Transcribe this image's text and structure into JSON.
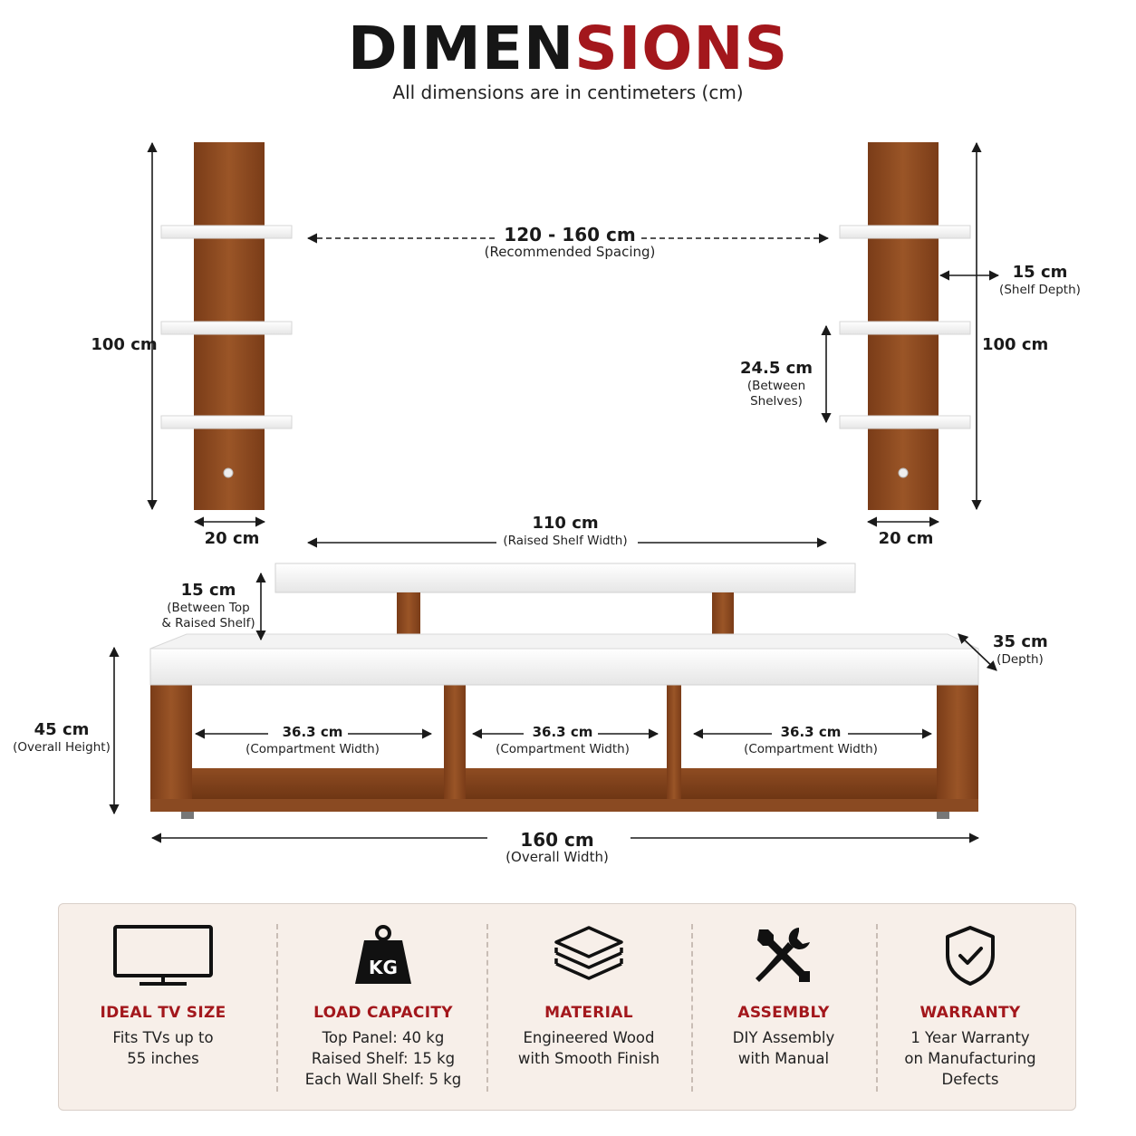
{
  "title": {
    "part1": "DIMEN",
    "part2": "SIONS"
  },
  "subtitle": "All dimensions are in centimeters (cm)",
  "colors": {
    "wood": "#8a4a22",
    "white_panel": "#f4f4f4",
    "accent": "#a3171c",
    "panel_bg": "#f7efe9"
  },
  "dimensions": {
    "spacing": {
      "value": "120 - 160 cm",
      "note": "(Recommended Spacing)"
    },
    "left_height": {
      "value": "100 cm"
    },
    "right_height": {
      "value": "100 cm"
    },
    "shelf_depth": {
      "value": "15 cm",
      "note": "(Shelf Depth)"
    },
    "between_shelves": {
      "value": "24.5 cm",
      "note1": "(Between",
      "note2": "Shelves)"
    },
    "left_width": {
      "value": "20 cm"
    },
    "right_width": {
      "value": "20 cm"
    },
    "raised_shelf": {
      "value": "110 cm",
      "note": "(Raised Shelf Width)"
    },
    "between_top": {
      "value": "15 cm",
      "note1": "(Between Top",
      "note2": "& Raised Shelf)"
    },
    "depth": {
      "value": "35 cm",
      "note": "(Depth)"
    },
    "overall_height": {
      "value": "45 cm",
      "note": "(Overall Height)"
    },
    "compartments": [
      {
        "value": "36.3 cm",
        "note": "(Compartment Width)"
      },
      {
        "value": "36.3 cm",
        "note": "(Compartment Width)"
      },
      {
        "value": "36.3 cm",
        "note": "(Compartment Width)"
      }
    ],
    "overall_width": {
      "value": "160 cm",
      "note": "(Overall Width)"
    }
  },
  "features": [
    {
      "icon": "tv-icon",
      "heading": "IDEAL TV SIZE",
      "lines": [
        "Fits TVs up to",
        "55 inches"
      ]
    },
    {
      "icon": "weight-kg-icon",
      "icon_text": "KG",
      "heading": "LOAD CAPACITY",
      "lines": [
        "Top Panel: 40 kg",
        "Raised Shelf: 15 kg",
        "Each Wall Shelf: 5 kg"
      ]
    },
    {
      "icon": "layers-icon",
      "heading": "MATERIAL",
      "lines": [
        "Engineered Wood",
        "with Smooth Finish"
      ]
    },
    {
      "icon": "tools-icon",
      "heading": "ASSEMBLY",
      "lines": [
        "DIY Assembly",
        "with Manual"
      ]
    },
    {
      "icon": "shield-check-icon",
      "heading": "WARRANTY",
      "lines": [
        "1 Year Warranty",
        "on Manufacturing",
        "Defects"
      ]
    }
  ]
}
